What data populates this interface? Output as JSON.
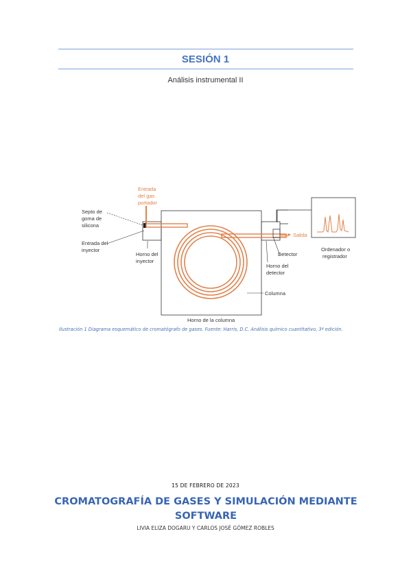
{
  "session": {
    "title": "SESIÓN 1",
    "subtitle": "Análisis instrumental II"
  },
  "diagram": {
    "labels": {
      "gas_inlet_1": "Entrada",
      "gas_inlet_2": "del gas",
      "gas_inlet_3": "portador",
      "septum_1": "Septo de",
      "septum_2": "goma de",
      "septum_3": "silicona",
      "injector_inlet_1": "Entrada del",
      "injector_inlet_2": "inyector",
      "injector_oven_1": "Horno del",
      "injector_oven_2": "inyector",
      "outlet": "Salida",
      "detector": "Detector",
      "detector_oven_1": "Horno del",
      "detector_oven_2": "detector",
      "computer_1": "Ordenador o",
      "computer_2": "registrador",
      "column": "Columna",
      "column_oven": "Horno de la columna"
    },
    "colors": {
      "tubing": "#e0814a",
      "lines": "#333333"
    }
  },
  "caption": "Ilustración 1 Diagrama esquemático de cromatógrafo de gases. Fuente: Harris, D.C. Análisis químico cuantitativo, 3ª edición.",
  "cover": {
    "date": "15 DE FEBRERO DE 2023",
    "title": "CROMATOGRAFÍA DE GASES Y SIMULACIÓN MEDIANTE SOFTWARE",
    "authors": "LIVIA ELIZA DOGARU Y CARLOS JOSÉ GÓMEZ ROBLES"
  }
}
